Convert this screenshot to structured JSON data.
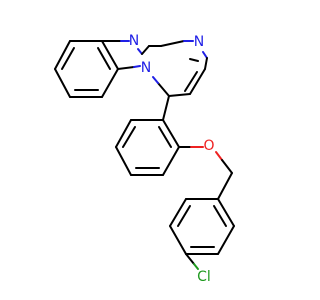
{
  "colors": {
    "carbon": "#000000",
    "nitrogen": "#1f1fe6",
    "oxygen": "#ee2222",
    "chlorine": "#1f9a1f",
    "background": "#ffffff"
  },
  "atoms": {
    "n_bridge": "N",
    "n_top_left": "N",
    "n_top_right": "N",
    "oxygen": "O",
    "chlorine": "Cl"
  }
}
